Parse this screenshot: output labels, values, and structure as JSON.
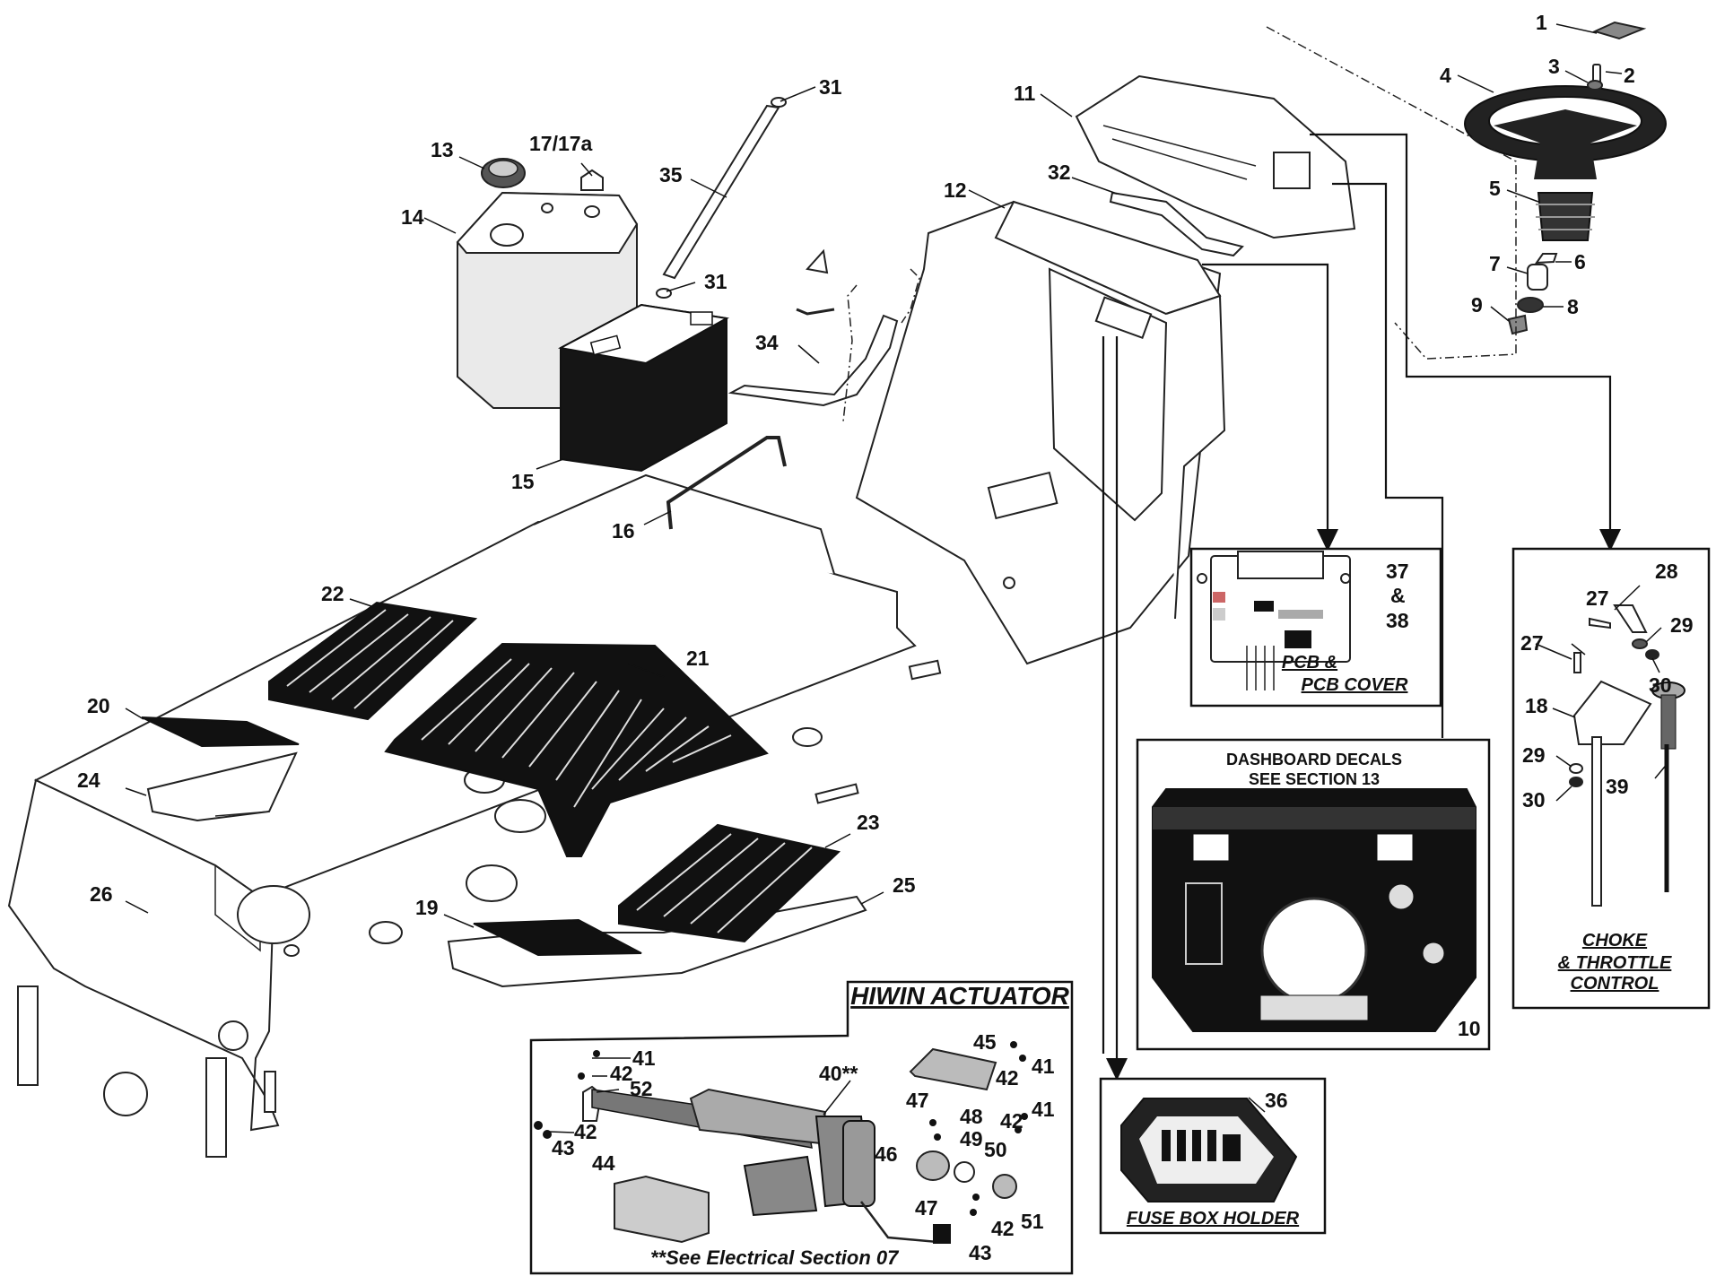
{
  "labels": {
    "p1": "1",
    "p2": "2",
    "p3": "3",
    "p4": "4",
    "p5": "5",
    "p6": "6",
    "p7": "7",
    "p8": "8",
    "p9": "9",
    "p10": "10",
    "p11": "11",
    "p12": "12",
    "p13": "13",
    "p14": "14",
    "p15": "15",
    "p16": "16",
    "p17": "17/17a",
    "p18": "18",
    "p19": "19",
    "p20": "20",
    "p21": "21",
    "p22": "22",
    "p23": "23",
    "p24": "24",
    "p25": "25",
    "p26": "26",
    "p27a": "27",
    "p27b": "27",
    "p28": "28",
    "p29a": "29",
    "p29b": "29",
    "p30a": "30",
    "p30b": "30",
    "p31a": "31",
    "p31b": "31",
    "p32": "32",
    "p34": "34",
    "p35": "35",
    "p36": "36",
    "p37": "37",
    "p37amp": "&",
    "p38": "38",
    "p39": "39",
    "p40": "40**",
    "p41a": "41",
    "p41b": "41",
    "p41c": "41",
    "p42a": "42",
    "p42b": "42",
    "p42c": "42",
    "p42d": "42",
    "p42e": "42",
    "p43a": "43",
    "p43b": "43",
    "p44": "44",
    "p45": "45",
    "p46": "46",
    "p47a": "47",
    "p47b": "47",
    "p48": "48",
    "p49": "49",
    "p50": "50",
    "p51": "51",
    "p52": "52"
  },
  "boxes": {
    "pcb_line1": "PCB &",
    "pcb_line2": "PCB COVER",
    "dash_line1": "DASHBOARD DECALS",
    "dash_line2": "SEE SECTION 13",
    "choke_line1": "CHOKE",
    "choke_line2": "& THROTTLE",
    "choke_line3": "CONTROL",
    "fuse": "FUSE BOX HOLDER",
    "hiwin": "HIWIN ACTUATOR",
    "hiwin_note": "**See Electrical Section 07"
  }
}
